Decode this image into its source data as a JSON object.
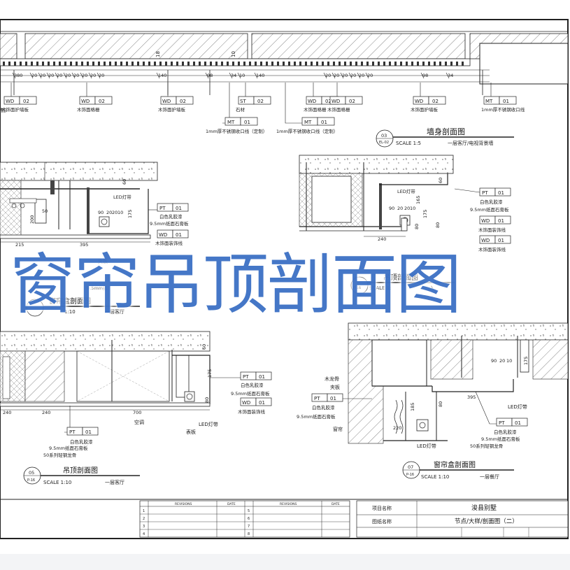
{
  "overlay_title": "窗帘吊顶剖面图",
  "colors": {
    "overlay": "#3f73c6",
    "line": "#1a1a1a",
    "page_bg": "#f3f4f6"
  },
  "wall_section": {
    "dims": [
      "380",
      "20",
      "20",
      "20",
      "20",
      "20",
      "20",
      "20",
      "20",
      "20",
      "140",
      "98",
      "34",
      "10",
      "140",
      "20",
      "20",
      "20",
      "20",
      "20",
      "20",
      "98",
      "34"
    ],
    "callouts": [
      {
        "code": "WD",
        "num": "02",
        "label": "木饰面护墙板"
      },
      {
        "code": "WD",
        "num": "02",
        "label": "木饰面格栅"
      },
      {
        "code": "WD",
        "num": "02",
        "label": "木饰面护墙板"
      },
      {
        "code": "ST",
        "num": "02",
        "label": "石材"
      },
      {
        "code": "WD",
        "num": "02",
        "label": "木饰面格栅"
      },
      {
        "code": "WD",
        "num": "02",
        "label": "木饰面格栅"
      },
      {
        "code": "WD",
        "num": "02",
        "label": "木饰面护墙板"
      },
      {
        "code": "MT",
        "num": "01",
        "label": "1mm厚不锈钢收口线"
      }
    ],
    "mt_callouts": [
      {
        "code": "MT",
        "num": "01",
        "label": "1mm厚不锈钢收口线（定制）"
      },
      {
        "code": "MT",
        "num": "01",
        "label": "1mm厚不锈钢收口线（定制）"
      }
    ],
    "left_label": "制）",
    "title_no": "03",
    "title_ref": "EL-02",
    "title": "墙身剖面图",
    "scale": "SCALE 1:5",
    "location": "一层客厅/电视背景墙"
  },
  "curtain_box_left": {
    "dims": [
      "60",
      "50",
      "90",
      "20",
      "20",
      "10",
      "200",
      "175",
      "215",
      "395"
    ],
    "led": "LED灯带",
    "callouts": [
      {
        "code": "PT",
        "num": "01",
        "label": "白色乳胶漆"
      },
      {
        "code": "WD",
        "num": "01",
        "label": "木饰面装饰线"
      }
    ],
    "board": "9.5mm纸面石膏板",
    "side_labels": [
      "夹板",
      "9.5mm纸"
    ],
    "title": "窗帘盒剖面图",
    "scale": "1:10",
    "location": "一层客厅"
  },
  "ceiling_right": {
    "dims": [
      "60",
      "90",
      "20",
      "20",
      "10",
      "165",
      "175",
      "80",
      "80",
      "240"
    ],
    "led": "LED灯带",
    "callouts": [
      {
        "code": "PT",
        "num": "01",
        "label": "白色乳胶漆"
      },
      {
        "code": "WD",
        "num": "01",
        "label": "木饰面装饰线"
      },
      {
        "code": "WD",
        "num": "01",
        "label": "木饰面装饰线"
      }
    ],
    "board": "9.5mm纸面石膏板",
    "title": "吊顶剖面图",
    "scale_prefix": "SCALE 1:",
    "ref": "P-16",
    "location_prefix": "入"
  },
  "ceiling_left_bottom": {
    "dims": [
      "240",
      "240",
      "700",
      "60",
      "175",
      "80"
    ],
    "labels": [
      "空调",
      "表板",
      "LED灯带"
    ],
    "callouts": [
      {
        "code": "PT",
        "num": "01",
        "label": "白色乳胶漆"
      },
      {
        "code": "WD",
        "num": "01",
        "label": "木饰面装饰线"
      },
      {
        "code": "PT",
        "num": "01",
        "label": "白色乳胶漆"
      }
    ],
    "board": "9.5mm纸面石膏板",
    "keel": "50系列轻钢龙骨",
    "title_no": "05",
    "title_ref": "P-16",
    "title": "吊顶剖面图",
    "scale": "SCALE 1:10",
    "location": "一层客厅"
  },
  "curtain_box_right": {
    "dims": [
      "90",
      "20",
      "10",
      "175",
      "185",
      "395",
      "220",
      "80"
    ],
    "labels": [
      "木龙骨",
      "夹板",
      "窗帘",
      "LED灯带",
      "LED灯带"
    ],
    "callouts": [
      {
        "code": "PT",
        "num": "01",
        "label": "白色乳胶漆"
      },
      {
        "code": "PT",
        "num": "01",
        "label": "白色乳胶漆"
      }
    ],
    "board": "9.5mm纸面石膏板",
    "board2": "9.5mm纸面石膏板",
    "keel": "50系列轻钢龙骨",
    "title_no": "07",
    "title_ref": "P-16",
    "title": "窗帘盒剖面图",
    "scale": "SCALE 1:10",
    "location": "一层餐厅"
  },
  "title_block": {
    "revisions_label": "REVISIONS",
    "date_label": "DATE",
    "rows_left": [
      "1",
      "2",
      "3",
      "4"
    ],
    "rows_right": [
      "5",
      "6",
      "7",
      "8"
    ],
    "project_label": "项目名称",
    "project_name": "浚县别墅",
    "drawing_label": "图纸名称",
    "drawing_name": "节点/大样/剖面图（二）"
  }
}
